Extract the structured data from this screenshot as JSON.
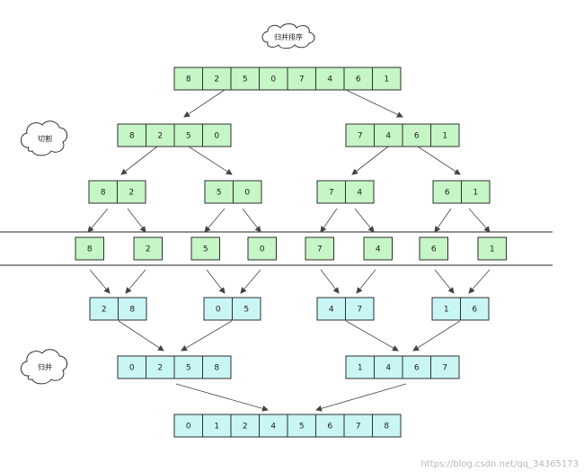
{
  "title": "归并排序",
  "labels": {
    "split": "切割",
    "merge": "归并"
  },
  "colors": {
    "split_fill": "#c6f5c6",
    "merge_fill": "#c9f5f5"
  },
  "levels": [
    {
      "role": "split",
      "groups": [
        [
          "8",
          "2",
          "5",
          "0",
          "7",
          "4",
          "6",
          "1"
        ]
      ]
    },
    {
      "role": "split",
      "groups": [
        [
          "8",
          "2",
          "5",
          "0"
        ],
        [
          "7",
          "4",
          "6",
          "1"
        ]
      ]
    },
    {
      "role": "split",
      "groups": [
        [
          "8",
          "2"
        ],
        [
          "5",
          "0"
        ],
        [
          "7",
          "4"
        ],
        [
          "6",
          "1"
        ]
      ]
    },
    {
      "role": "split",
      "groups": [
        [
          "8"
        ],
        [
          "2"
        ],
        [
          "5"
        ],
        [
          "0"
        ],
        [
          "7"
        ],
        [
          "4"
        ],
        [
          "6"
        ],
        [
          "1"
        ]
      ]
    },
    {
      "role": "merge",
      "groups": [
        [
          "2",
          "8"
        ],
        [
          "0",
          "5"
        ],
        [
          "4",
          "7"
        ],
        [
          "1",
          "6"
        ]
      ]
    },
    {
      "role": "merge",
      "groups": [
        [
          "0",
          "2",
          "5",
          "8"
        ],
        [
          "1",
          "4",
          "6",
          "7"
        ]
      ]
    },
    {
      "role": "merge",
      "groups": [
        [
          "0",
          "1",
          "2",
          "4",
          "5",
          "6",
          "7",
          "8"
        ]
      ]
    }
  ],
  "watermark": "https://blog.csdn.net/qq_34365173"
}
